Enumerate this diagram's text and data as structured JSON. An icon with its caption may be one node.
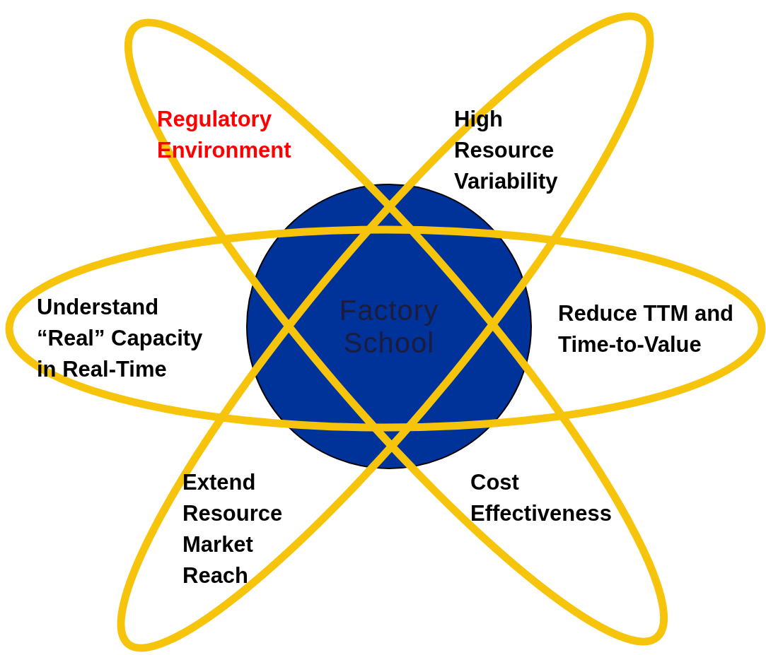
{
  "diagram": {
    "nodes": [
      {
        "text": [
          "Factory School"
        ]
      }
    ],
    "labels": [
      "Regulatory Environment",
      "High Resource Variability",
      "Understand “Real” Capacity in Real-Time",
      "Reduce TTM and Time-to-Value",
      "Extend Resource Market Reach",
      "Cost Effectiveness"
    ]
  }
}
